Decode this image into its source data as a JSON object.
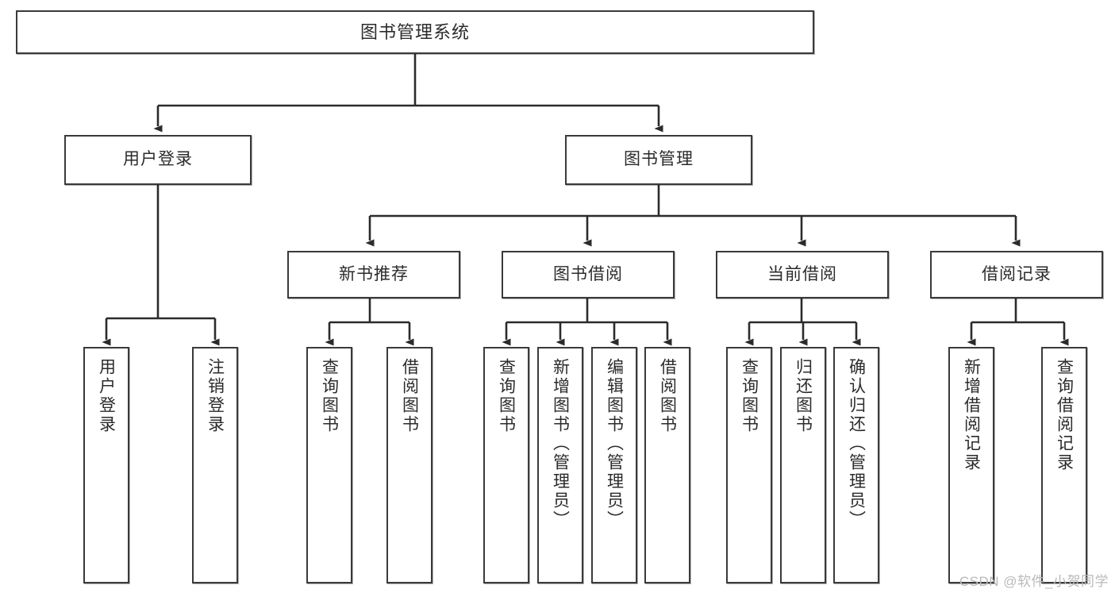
{
  "diagram": {
    "title": "图书管理系统",
    "type": "tree-hierarchy-chart",
    "colors": {
      "box_border": "#3a3a3a",
      "box_fill": "#ffffff",
      "connector": "#2b2b2b",
      "watermark": "#b9b9b9",
      "background": "#ffffff"
    },
    "root": {
      "label": "图书管理系统"
    },
    "level2": [
      {
        "label": "用户登录"
      },
      {
        "label": "图书管理"
      }
    ],
    "level3": [
      {
        "label": "新书推荐"
      },
      {
        "label": "图书借阅"
      },
      {
        "label": "当前借阅"
      },
      {
        "label": "借阅记录"
      }
    ],
    "leaves": {
      "user_login": [
        {
          "label": "用户登录"
        },
        {
          "label": "注销登录"
        }
      ],
      "new_book_recommend": [
        {
          "label": "查询图书"
        },
        {
          "label": "借阅图书"
        }
      ],
      "book_borrow": [
        {
          "label": "查询图书"
        },
        {
          "label": "新增图书（管理员）"
        },
        {
          "label": "编辑图书（管理员）"
        },
        {
          "label": "借阅图书"
        }
      ],
      "current_borrow": [
        {
          "label": "查询图书"
        },
        {
          "label": "归还图书"
        },
        {
          "label": "确认归还（管理员）"
        }
      ],
      "borrow_record": [
        {
          "label": "新增借阅记录"
        },
        {
          "label": "查询借阅记录"
        }
      ]
    }
  },
  "watermark": {
    "text": "CSDN @软件_小贺同学"
  }
}
